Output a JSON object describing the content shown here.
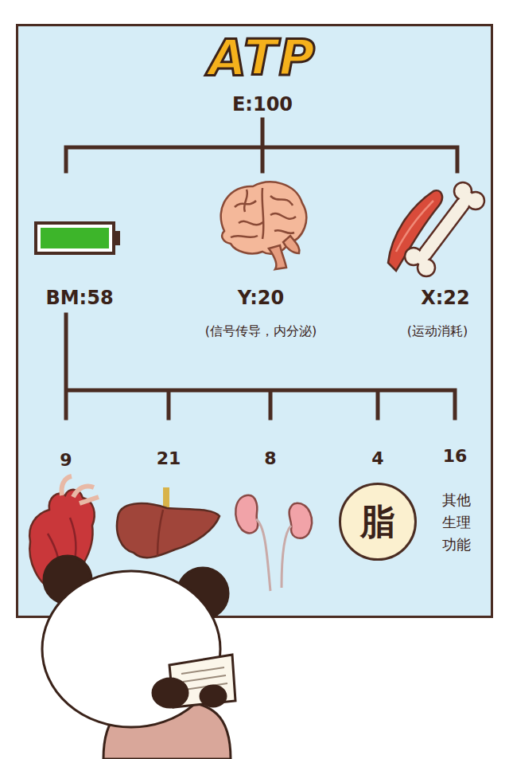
{
  "diagram": {
    "title": "ATP",
    "nodes": [
      {
        "text": [
          "脂"
        ]
      }
    ],
    "labels": [
      "E:100",
      "BM:58",
      "Y:20",
      "(信号传导，内分泌)",
      "X:22",
      "(运动消耗)",
      "9",
      "21",
      "8",
      "4",
      "16",
      "其他 生理 功能"
    ]
  }
}
